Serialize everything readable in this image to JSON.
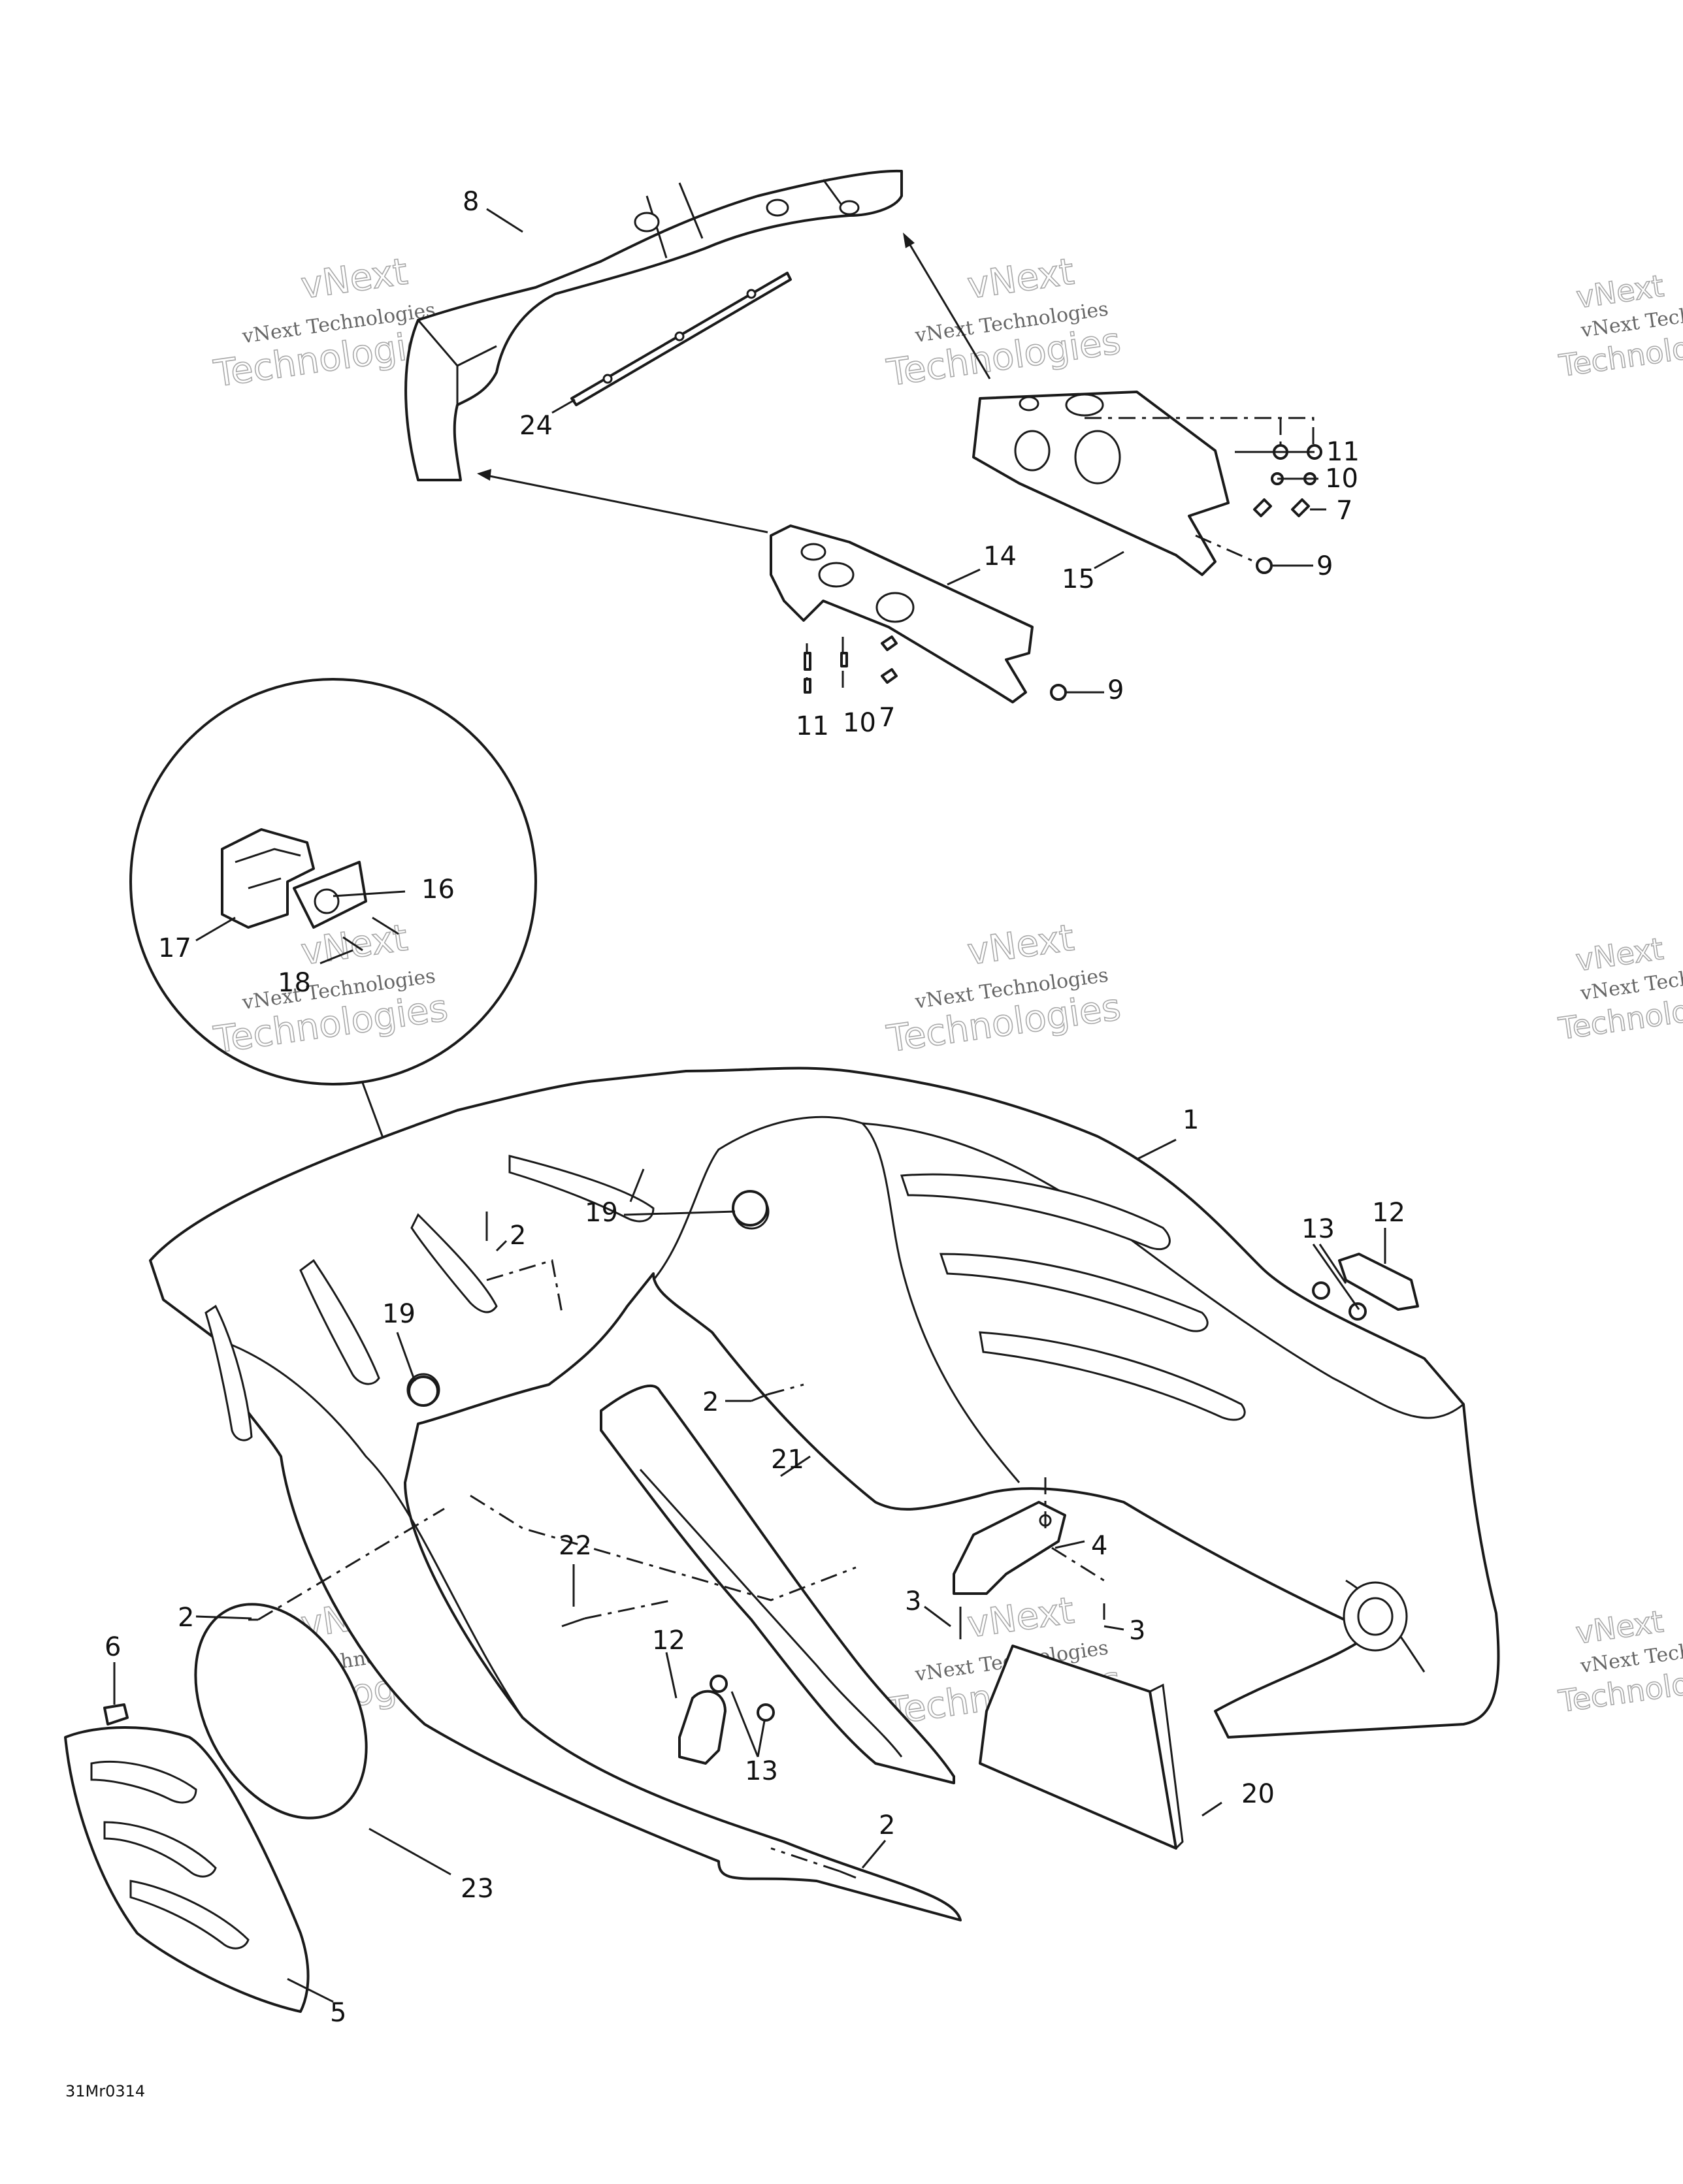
{
  "diagram": {
    "drawing_code": "31Mr0314",
    "watermark": {
      "line1": "vNext Technologies",
      "line2": "vNext",
      "line3": "Technologies"
    },
    "callouts": {
      "c1": "1",
      "c2a": "2",
      "c2b": "2",
      "c2c": "2",
      "c2d": "2",
      "c3a": "3",
      "c3b": "3",
      "c4": "4",
      "c5": "5",
      "c6": "6",
      "c7a": "7",
      "c7b": "7",
      "c8": "8",
      "c9a": "9",
      "c9b": "9",
      "c10a": "10",
      "c10b": "10",
      "c11a": "11",
      "c11b": "11",
      "c12a": "12",
      "c12b": "12",
      "c13a": "13",
      "c13b": "13",
      "c14": "14",
      "c15": "15",
      "c16": "16",
      "c17": "17",
      "c18": "18",
      "c19a": "19",
      "c19b": "19",
      "c20": "20",
      "c21": "21",
      "c22": "22",
      "c23": "23",
      "c24": "24"
    }
  }
}
